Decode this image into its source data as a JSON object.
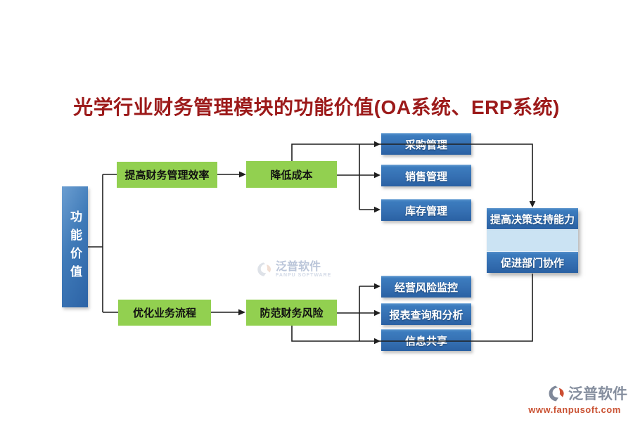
{
  "title": "光学行业财务管理模块的功能价值(OA系统、ERP系统)",
  "root": {
    "label": "功能价值"
  },
  "branch_top": {
    "level1": {
      "label": "提高财务管理效率"
    },
    "level2": {
      "label": "降低成本"
    },
    "children": [
      {
        "label": "采购管理"
      },
      {
        "label": "销售管理"
      },
      {
        "label": "库存管理"
      }
    ]
  },
  "branch_bottom": {
    "level1": {
      "label": "优化业务流程"
    },
    "level2": {
      "label": "防范财务风险"
    },
    "children": [
      {
        "label": "经营风险监控"
      },
      {
        "label": "报表查询和分析"
      },
      {
        "label": "信息共享"
      }
    ]
  },
  "outcomes": {
    "top": {
      "label": "提高决策支持能力"
    },
    "bottom": {
      "label": "促进部门协作"
    }
  },
  "watermarks": {
    "center": {
      "brand": "泛普软件",
      "caption": "FANPU SOFTWARE"
    },
    "corner": {
      "brand": "泛普软件",
      "url": "www.fanpusoft.com"
    }
  },
  "colors": {
    "title_text": "#9C1A1A",
    "green_node": "#92D050",
    "blue_node": "#346EB1",
    "root_node": "#3F7AB8",
    "light_blue_panel": "#CBE3F3",
    "connector": "#1F1F1F",
    "watermark_gray": "#868F9F",
    "watermark_orange": "#CA5233"
  }
}
